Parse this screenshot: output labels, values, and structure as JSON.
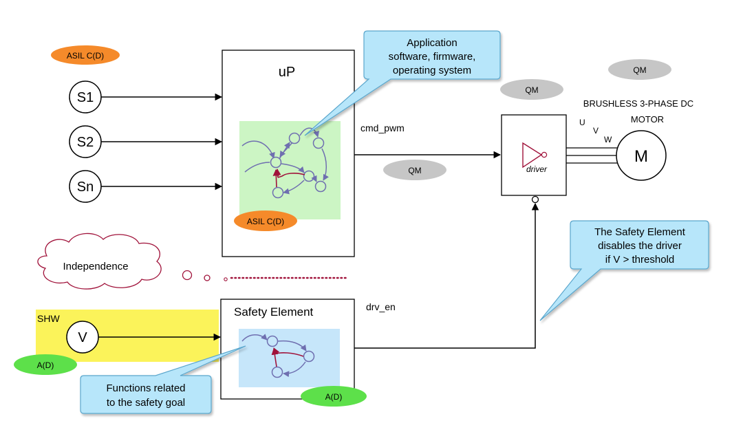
{
  "sensors": {
    "s1": "S1",
    "s2": "S2",
    "sn": "Sn",
    "v": "V"
  },
  "up_block": {
    "title": "uP"
  },
  "safety_block": {
    "title": "Safety Element"
  },
  "driver": {
    "label": "driver"
  },
  "motor": {
    "symbol": "M",
    "title_line1": "BRUSHLESS 3-PHASE DC",
    "title_line2": "MOTOR",
    "phase_u": "U",
    "phase_v": "V",
    "phase_w": "W"
  },
  "signals": {
    "cmd_pwm": "cmd_pwm",
    "drv_en": "drv_en"
  },
  "badges": {
    "asil_top": "ASIL C(D)",
    "asil_up": "ASIL C(D)",
    "qm_top_right": "QM",
    "qm_mid": "QM",
    "qm_cmd": "QM",
    "ad_left": "A(D)",
    "ad_bottom": "A(D)"
  },
  "shw_label": "SHW",
  "cloud_label": "Independence",
  "callouts": {
    "app": [
      "Application",
      "software, firmware,",
      "operating system"
    ],
    "safety": [
      "The Safety Element",
      "disables the driver",
      "if V > threshold"
    ],
    "functions": [
      "Functions related",
      "to the safety goal"
    ]
  },
  "colors": {
    "asil": "#f58a2a",
    "qm": "#c6c6c6",
    "ad": "#5de04a",
    "shw": "#fbf35a",
    "app_area": "#ccf5c4",
    "safety_area": "#c6e6fa",
    "callout": "#b7e6fa",
    "arrow_node": "#6f6fb0",
    "arrow_red": "#a0123a"
  }
}
